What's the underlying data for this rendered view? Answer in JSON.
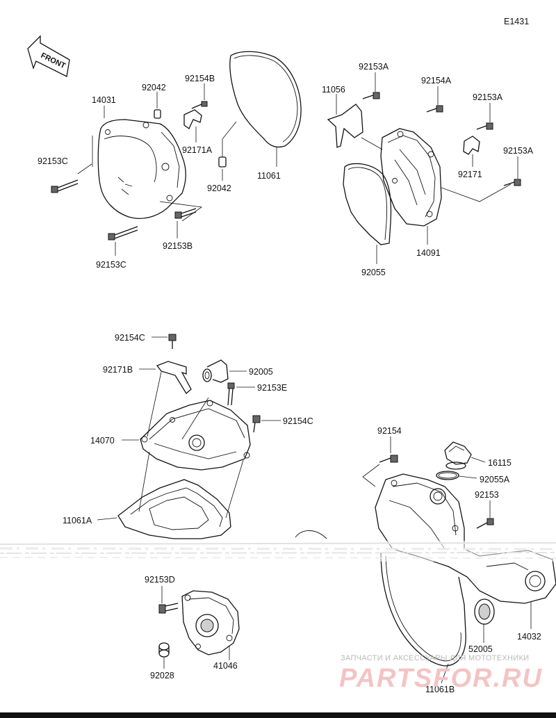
{
  "diagram_code": "E1431",
  "front_label": "FRONT",
  "watermark": {
    "line1": "ЗАПЧАСТИ И АКСЕССУАРЫ ДЛЯ МОТОТЕХНИКИ",
    "logo": "PARTSFOR.RU"
  },
  "labels": {
    "p14031": "14031",
    "p92042a": "92042",
    "p92154b": "92154B",
    "p92171a": "92171A",
    "p92153c_left": "92153C",
    "p92153c_bottom": "92153C",
    "p92153b": "92153B",
    "p92042b": "92042",
    "p11061": "11061",
    "p11056": "11056",
    "p92153a_top": "92153A",
    "p92154a": "92154A",
    "p92153a_mid": "92153A",
    "p92171": "92171",
    "p92153a_right": "92153A",
    "p14091": "14091",
    "p92055": "92055",
    "p92154c_top": "92154C",
    "p92171b": "92171B",
    "p92005": "92005",
    "p92153e": "92153E",
    "p92154c_right": "92154C",
    "p14070": "14070",
    "p11061a": "11061A",
    "p92154": "92154",
    "p16115": "16115",
    "p92055a": "92055A",
    "p92153": "92153",
    "p92153d": "92153D",
    "p92028": "92028",
    "p41046": "41046",
    "p52005": "52005",
    "p14032": "14032",
    "p11061b": "11061B"
  }
}
